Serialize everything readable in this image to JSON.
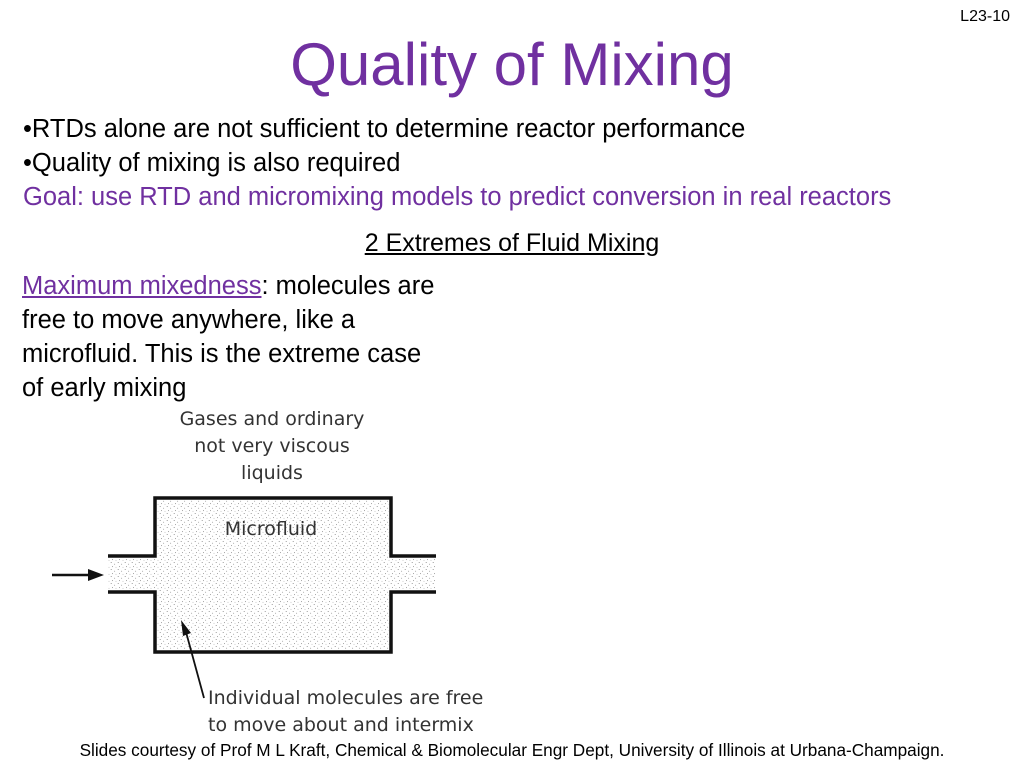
{
  "slide": {
    "number": "L23-10",
    "title": "Quality of Mixing",
    "bullets": [
      "•RTDs alone are not sufficient to determine reactor performance",
      "•Quality of mixing is also required"
    ],
    "goal": "Goal: use RTD and micromixing models to predict conversion in real reactors",
    "section_heading": "2 Extremes of Fluid Mixing",
    "description": {
      "term": "Maximum mixedness",
      "rest_lines": [
        ": molecules are",
        "free to move anywhere, like a",
        "microfluid.  This is the extreme case",
        "of early mixing"
      ]
    },
    "figure": {
      "top_caption": [
        "Gases and ordinary",
        "not very viscous",
        "liquids"
      ],
      "vessel_label": "Microfluid",
      "bottom_caption": [
        "Individual molecules are free",
        "to move about and intermix"
      ]
    },
    "footer": "Slides courtesy of Prof M L Kraft, Chemical & Biomolecular Engr Dept, University of Illinois at Urbana-Champaign.",
    "colors": {
      "accent": "#7030a0",
      "text": "#000000"
    }
  }
}
